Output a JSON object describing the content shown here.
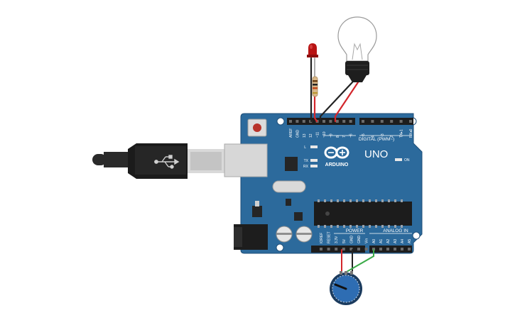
{
  "board": {
    "brand": "ARDUINO",
    "model": "UNO",
    "digital_header_label": "DIGITAL (PWM~)",
    "power_label": "POWER",
    "analog_label": "ANALOG IN",
    "on_label": "ON",
    "led_labels": {
      "l": "L",
      "tx": "TX",
      "rx": "RX"
    },
    "digital_pins": [
      "AREF",
      "GND",
      "13",
      "12",
      "~11",
      "~10",
      "~9",
      "8",
      "7",
      "~6",
      "~5",
      "4",
      "~3",
      "2",
      "TX▸1",
      "RX◂0"
    ],
    "power_pins": [
      "IOREF",
      "RESET",
      "3.3V",
      "5V",
      "GND",
      "GND",
      "Vin"
    ],
    "analog_pins": [
      "A0",
      "A1",
      "A2",
      "A3",
      "A4",
      "A5"
    ]
  },
  "colors": {
    "board": "#2c6a9c",
    "board_edge": "#1f4f78",
    "wire_red": "#d3262b",
    "wire_black": "#222222",
    "wire_green": "#3bab49",
    "led": "#b81414",
    "knob": "#2e6db3"
  },
  "components": {
    "usb_cable": "usb-b-cable",
    "led": "red-led",
    "resistor": "resistor",
    "lamp": "light-bulb",
    "potentiometer": "potentiometer"
  }
}
